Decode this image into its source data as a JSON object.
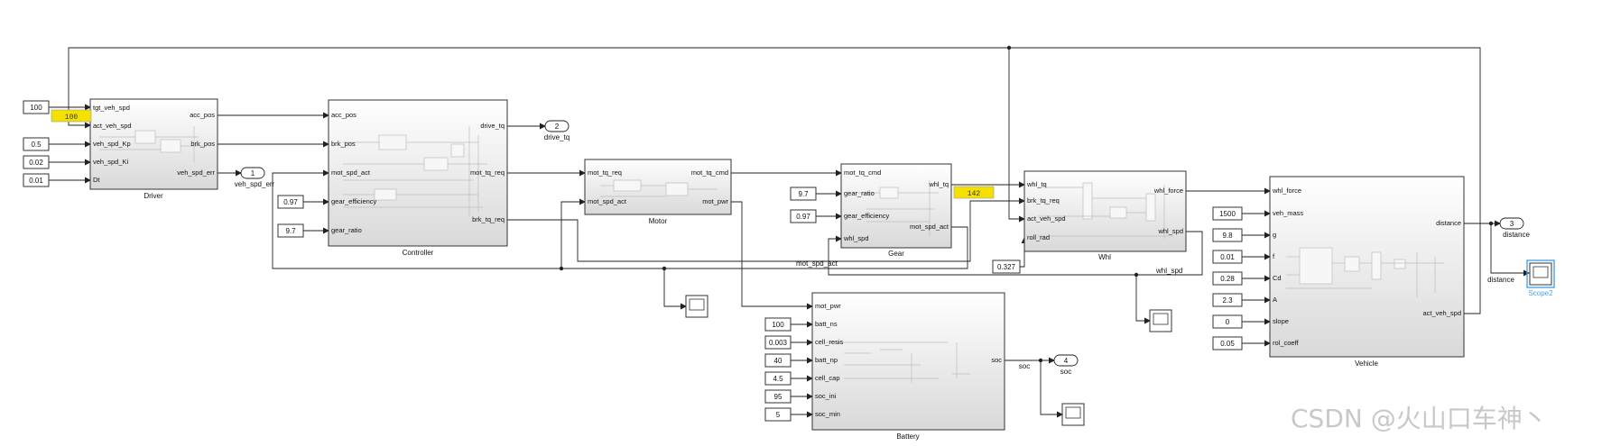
{
  "blocks": {
    "driver": {
      "name": "Driver",
      "inputs": [
        "tgt_veh_spd",
        "act_veh_spd",
        "veh_spd_Kp",
        "veh_spd_Ki",
        "Dt"
      ],
      "outputs": [
        "acc_pos",
        "brk_pos",
        "veh_spd_err"
      ]
    },
    "controller": {
      "name": "Controller",
      "inputs": [
        "acc_pos",
        "brk_pos",
        "mot_spd_act",
        "gear_efficiency",
        "gear_ratio"
      ],
      "outputs": [
        "drive_tq",
        "mot_tq_req",
        "brk_tq_req"
      ]
    },
    "motor": {
      "name": "Motor",
      "inputs": [
        "mot_tq_req",
        "mot_spd_act"
      ],
      "outputs": [
        "mot_tq_cmd",
        "mot_pwr"
      ]
    },
    "gear": {
      "name": "Gear",
      "inputs": [
        "mot_tq_cmd",
        "gear_ratio",
        "gear_efficiency",
        "whl_spd"
      ],
      "outputs": [
        "whl_tq",
        "mot_spd_act"
      ]
    },
    "whl": {
      "name": "Whl",
      "inputs": [
        "whl_tq",
        "brk_tq_req",
        "act_veh_spd",
        "roll_rad"
      ],
      "outputs": [
        "whl_force",
        "whl_spd"
      ]
    },
    "vehicle": {
      "name": "Vehicle",
      "inputs": [
        "whl_force",
        "veh_mass",
        "g",
        "f",
        "Cd",
        "A",
        "slope",
        "rol_coeff"
      ],
      "outputs": [
        "distance",
        "act_veh_spd"
      ]
    },
    "battery": {
      "name": "Battery",
      "inputs": [
        "mot_pwr",
        "batt_ns",
        "cell_resis",
        "batt_np",
        "cell_cap",
        "soc_ini",
        "soc_min"
      ],
      "outputs": [
        "soc"
      ]
    }
  },
  "constants": {
    "driver_tgt": "100",
    "driver_kp": "0.5",
    "driver_ki": "0.02",
    "driver_dt": "0.01",
    "ctrl_eff": "0.97",
    "ctrl_ratio": "9.7",
    "gear_ratio": "9.7",
    "gear_eff": "0.97",
    "roll_rad": "0.327",
    "veh_mass": "1500",
    "veh_g": "9.8",
    "veh_f": "0.01",
    "veh_cd": "0.28",
    "veh_a": "2.3",
    "veh_slope": "0",
    "veh_rol": "0.05",
    "batt_ns": "100",
    "batt_resis": "0.003",
    "batt_np": "40",
    "batt_cap": "4.5",
    "batt_soc_ini": "95",
    "batt_soc_min": "5"
  },
  "displays": {
    "act_veh_spd": "100",
    "whl_tq": "142"
  },
  "outports": [
    {
      "num": "1",
      "label": "veh_spd_err"
    },
    {
      "num": "2",
      "label": "drive_tq"
    },
    {
      "num": "3",
      "label": "distance"
    },
    {
      "num": "4",
      "label": "soc"
    }
  ],
  "signal_labels": {
    "mot_spd_act": "mot_spd_act",
    "whl_spd": "whl_spd",
    "distance": "distance",
    "soc": "soc"
  },
  "scope2_label": "Scope2",
  "watermark": "CSDN @火山口车神丶",
  "colors": {
    "display": "#f6e000",
    "selection": "#4aa3e8"
  }
}
